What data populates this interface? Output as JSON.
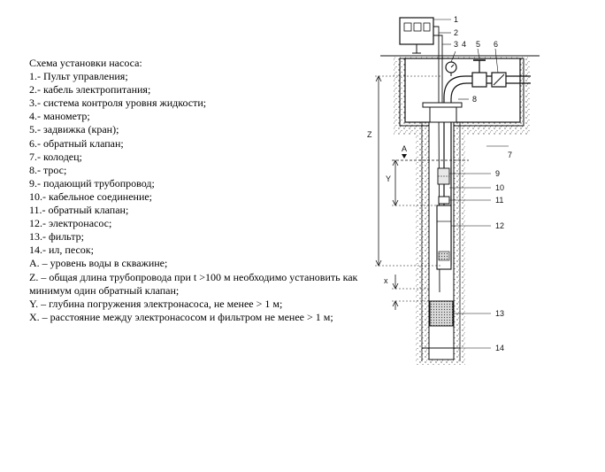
{
  "legend": {
    "title": "Схема установки насоса:",
    "items": [
      "1.- Пульт управления;",
      "2.- кабель электропитания;",
      "3.- система контроля уровня жидкости;",
      "4.- манометр;",
      "5.- задвижка (кран);",
      "6.- обратный клапан;",
      "7.- колодец;",
      "8.- трос;",
      "9.- подающий трубопровод;",
      "10.- кабельное соединение;",
      "11.- обратный клапан;",
      "12.- электронасос;",
      "13.- фильтр;",
      "14.- ил, песок;",
      "A. – уровень воды в скважине;",
      "Z. – общая длина трубопровода при t >100 м необходимо установить как минимум один обратный клапан;",
      "Y. – глубина погружения электронасоса, не менее > 1 м;",
      "X. – расстояние между электронасосом и фильтром не менее > 1 м;"
    ]
  },
  "diagram": {
    "labels": {
      "n1": "1",
      "n2": "2",
      "n3": "3",
      "n4": "4",
      "n5": "5",
      "n6": "6",
      "n7": "7",
      "n8": "8",
      "n9": "9",
      "n10": "10",
      "n11": "11",
      "n12": "12",
      "n13": "13",
      "n14": "14",
      "z": "Z",
      "y": "Y",
      "x": "x",
      "a": "A"
    }
  }
}
